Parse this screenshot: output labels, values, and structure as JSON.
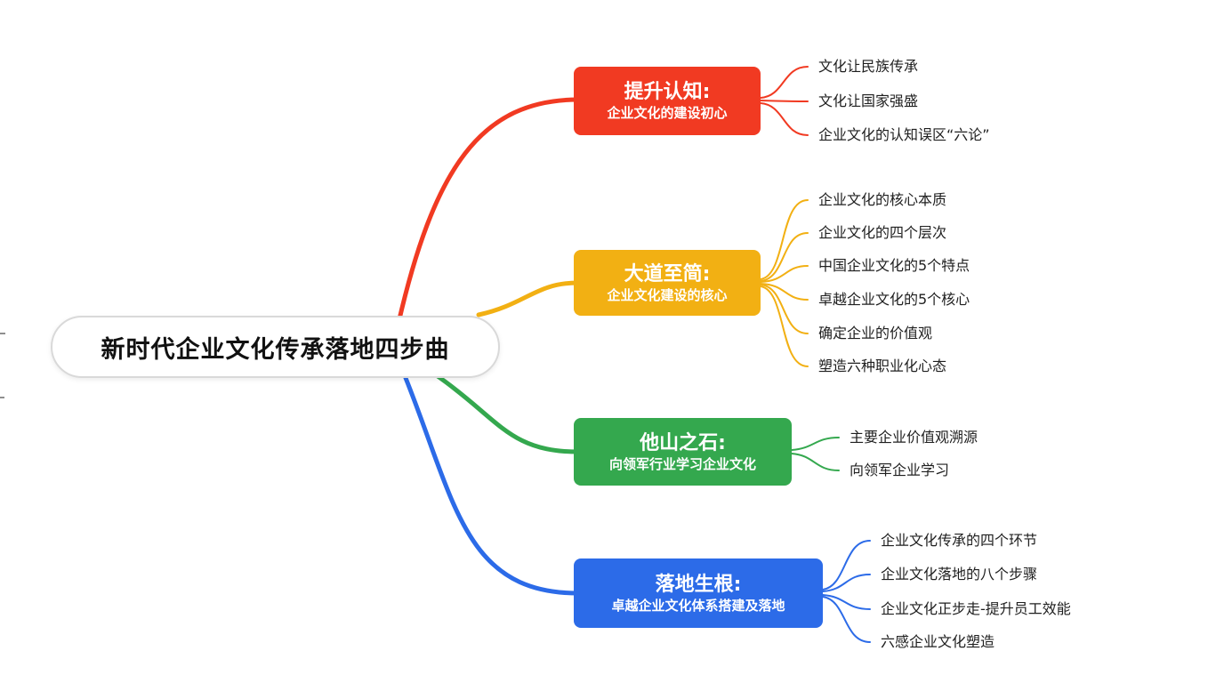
{
  "root": {
    "label": "新时代企业文化传承落地四步曲"
  },
  "colors": {
    "red": "#f13a22",
    "yellow": "#f2b013",
    "green": "#34a84e",
    "blue": "#2c6be8",
    "root_border": "#d9d9d9"
  },
  "branches": [
    {
      "title": "提升认知:",
      "subtitle": "企业文化的建设初心",
      "color": "#f13a22",
      "children": [
        "文化让民族传承",
        "文化让国家强盛",
        "企业文化的认知误区“六论”"
      ]
    },
    {
      "title": "大道至简:",
      "subtitle": "企业文化建设的核心",
      "color": "#f2b013",
      "children": [
        "企业文化的核心本质",
        "企业文化的四个层次",
        "中国企业文化的5个特点",
        "卓越企业文化的5个核心",
        "确定企业的价值观",
        "塑造六种职业化心态"
      ]
    },
    {
      "title": "他山之石:",
      "subtitle": "向领军行业学习企业文化",
      "color": "#34a84e",
      "children": [
        "主要企业价值观溯源",
        "向领军企业学习"
      ]
    },
    {
      "title": "落地生根:",
      "subtitle": "卓越企业文化体系搭建及落地",
      "color": "#2c6be8",
      "children": [
        "企业文化传承的四个环节",
        "企业文化落地的八个步骤",
        "企业文化正步走-提升员工效能",
        "六感企业文化塑造"
      ]
    }
  ]
}
